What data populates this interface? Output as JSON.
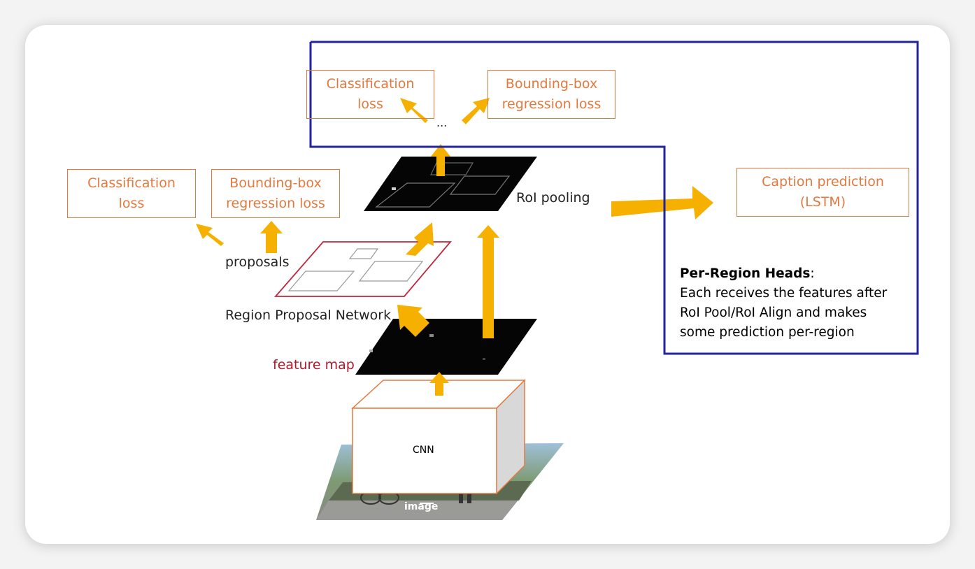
{
  "colors": {
    "arrow": "#f5b000",
    "box_border": "#e27a3f",
    "box_text": "#e27a3f",
    "highlight_border": "#23239a",
    "rpn_border": "#c0283c",
    "feature_map_label": "#b0182c",
    "cnn_border": "#e27a3f"
  },
  "top_heads": {
    "classification": [
      "Classification",
      "loss"
    ],
    "bbox": [
      "Bounding-box",
      "regression loss"
    ],
    "ellipsis": "..."
  },
  "rpn_heads": {
    "classification": [
      "Classification",
      "loss"
    ],
    "bbox": [
      "Bounding-box",
      "regression loss"
    ]
  },
  "caption": [
    "Caption prediction",
    "(LSTM)"
  ],
  "labels": {
    "roi_pooling": "RoI pooling",
    "proposals": "proposals",
    "rpn": "Region Proposal Network",
    "feature_map": "feature map",
    "cnn": "CNN",
    "image": "image"
  },
  "note": {
    "title": "Per-Region Heads",
    "colon": ":",
    "lines": [
      "Each receives the features after",
      "RoI Pool/RoI Align and makes",
      "some prediction per-region"
    ]
  }
}
